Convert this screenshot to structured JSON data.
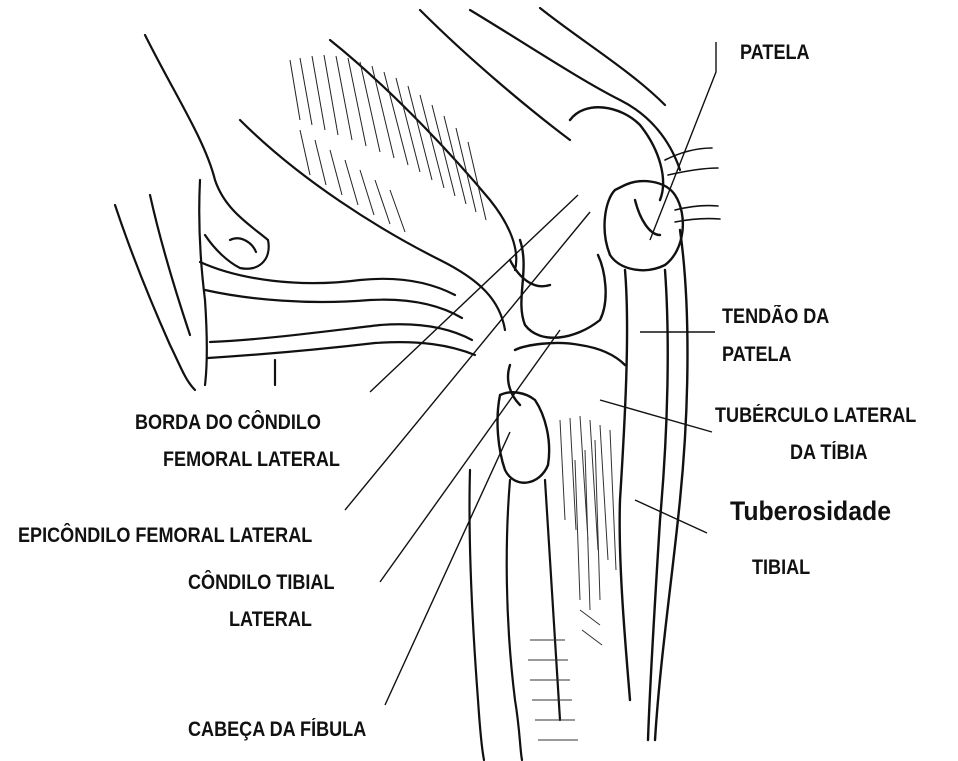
{
  "labels": {
    "patela": "PATELA",
    "tendao_line1": "TENDÃO DA",
    "tendao_line2": "PATELA",
    "tuberculo_line1": "TUBÉRCULO LATERAL",
    "tuberculo_line2": "DA TÍBIA",
    "tuberosidade_line1": "Tuberosidade",
    "tuberosidade_line2": "TIBIAL",
    "borda_line1": "BORDA DO CÔNDILO",
    "borda_line2": "FEMORAL LATERAL",
    "epicondilo": "EPICÔNDILO FEMORAL LATERAL",
    "condilo_line1": "CÔNDILO TIBIAL",
    "condilo_line2": "LATERAL",
    "cabeca": "CABEÇA DA FÍBULA"
  }
}
